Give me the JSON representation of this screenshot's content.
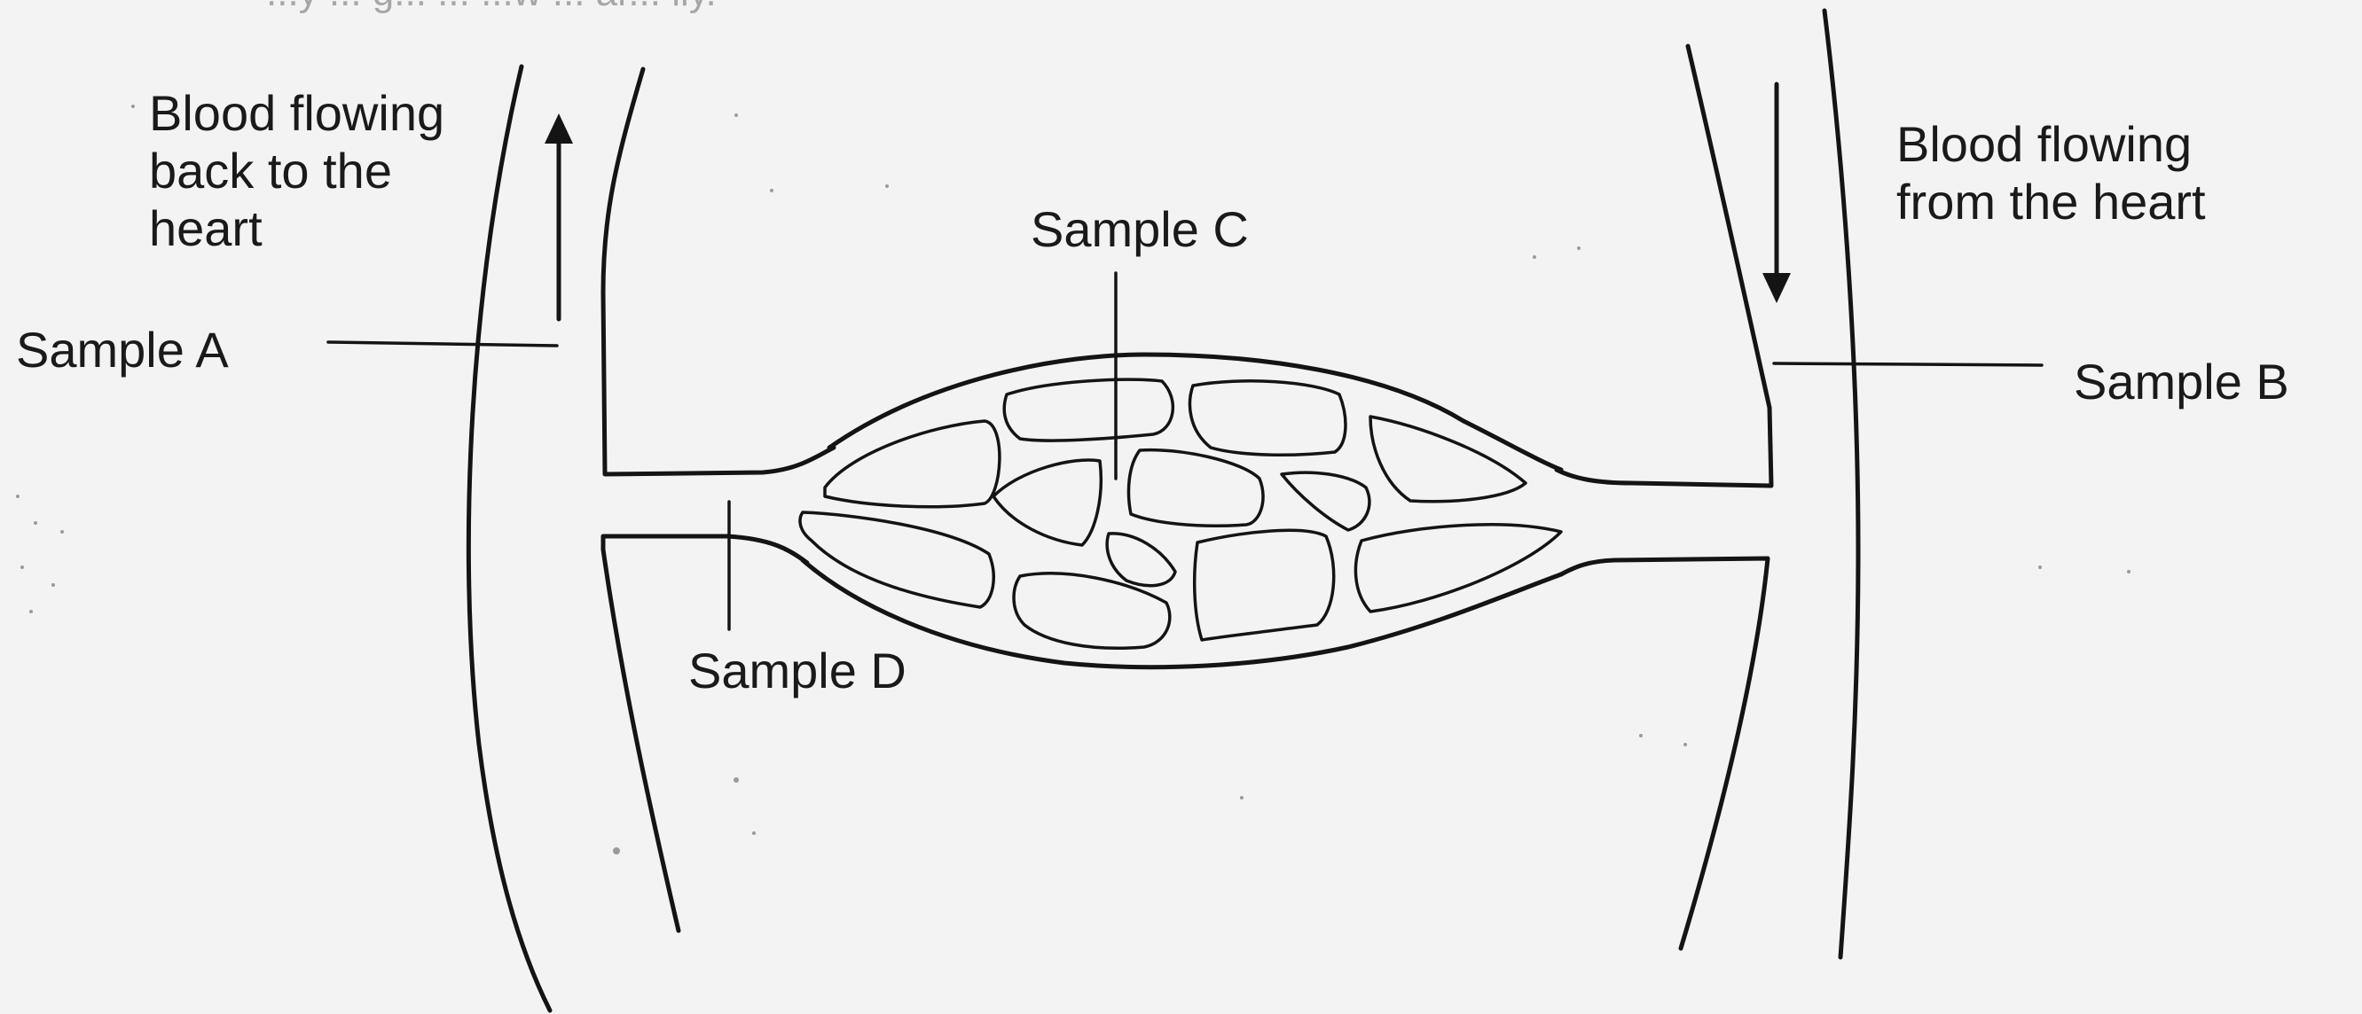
{
  "header_fragment": "...y ... g... ... ...w ... ar... lly.",
  "labels": {
    "vein_flow_line1": "Blood flowing",
    "vein_flow_line2": "back to the",
    "vein_flow_line3": "heart",
    "artery_flow_line1": "Blood flowing",
    "artery_flow_line2": "from the heart",
    "sample_a": "Sample A",
    "sample_b": "Sample B",
    "sample_c": "Sample C",
    "sample_d": "Sample D"
  },
  "arrows": {
    "vein": "up-arrow",
    "artery": "down-arrow"
  },
  "colors": {
    "paper": "#f3f3f3",
    "ink": "#141414"
  }
}
